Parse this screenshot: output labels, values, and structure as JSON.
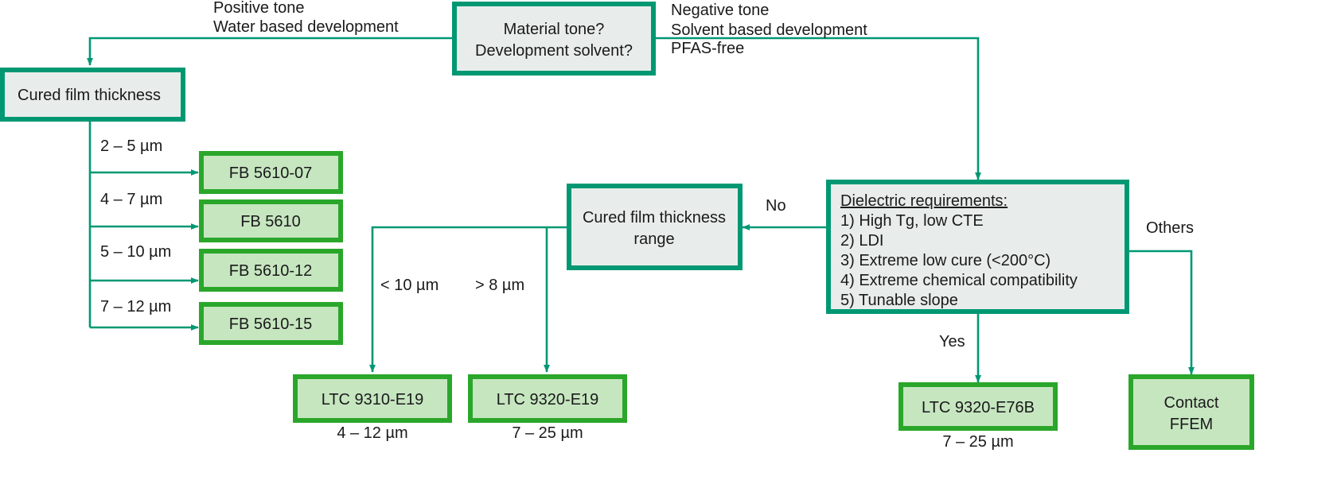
{
  "diagram": {
    "title": "Material selection flowchart",
    "colors": {
      "teal_border": "#009873",
      "teal_fill": "#e8edeb",
      "green_border": "#2aa72a",
      "green_fill": "#c6e6c0",
      "text": "#1a1a1a",
      "background": "#ffffff"
    },
    "nodes": {
      "material_tone": {
        "line1": "Material tone?",
        "line2": "Development solvent?"
      },
      "cured_film_thickness": {
        "label": "Cured film thickness"
      },
      "cured_film_thickness_range": {
        "line1": "Cured film thickness",
        "line2": "range"
      },
      "dielectric_requirements": {
        "heading": "Dielectric requirements:",
        "items": [
          "1) High Tg, low CTE",
          "2) LDI",
          "3) Extreme low cure (<200°C)",
          "4) Extreme chemical compatibility",
          "5) Tunable slope"
        ]
      },
      "fb_5610_07": {
        "label": "FB 5610-07"
      },
      "fb_5610": {
        "label": "FB 5610"
      },
      "fb_5610_12": {
        "label": "FB 5610-12"
      },
      "fb_5610_15": {
        "label": "FB 5610-15"
      },
      "ltc_9310_e19": {
        "label": "LTC 9310-E19",
        "caption": "4 – 12 µm"
      },
      "ltc_9320_e19": {
        "label": "LTC 9320-E19",
        "caption": "7 – 25 µm"
      },
      "ltc_9320_e76b": {
        "label": "LTC 9320-E76B",
        "caption": "7 – 25 µm"
      },
      "contact_ffem": {
        "line1": "Contact",
        "line2": "FFEM"
      }
    },
    "edge_labels": {
      "positive_tone": {
        "line1": "Positive tone",
        "line2": "Water based development"
      },
      "negative_tone": {
        "line1": "Negative tone",
        "line2": "Solvent based development",
        "line3": "PFAS-free"
      },
      "thickness_2_5": "2 – 5 µm",
      "thickness_4_7": "4 – 7 µm",
      "thickness_5_10": "5 – 10 µm",
      "thickness_7_12": "7 – 12 µm",
      "lt_10": "< 10 µm",
      "gt_8": "> 8 µm",
      "no": "No",
      "yes": "Yes",
      "others": "Others"
    }
  }
}
